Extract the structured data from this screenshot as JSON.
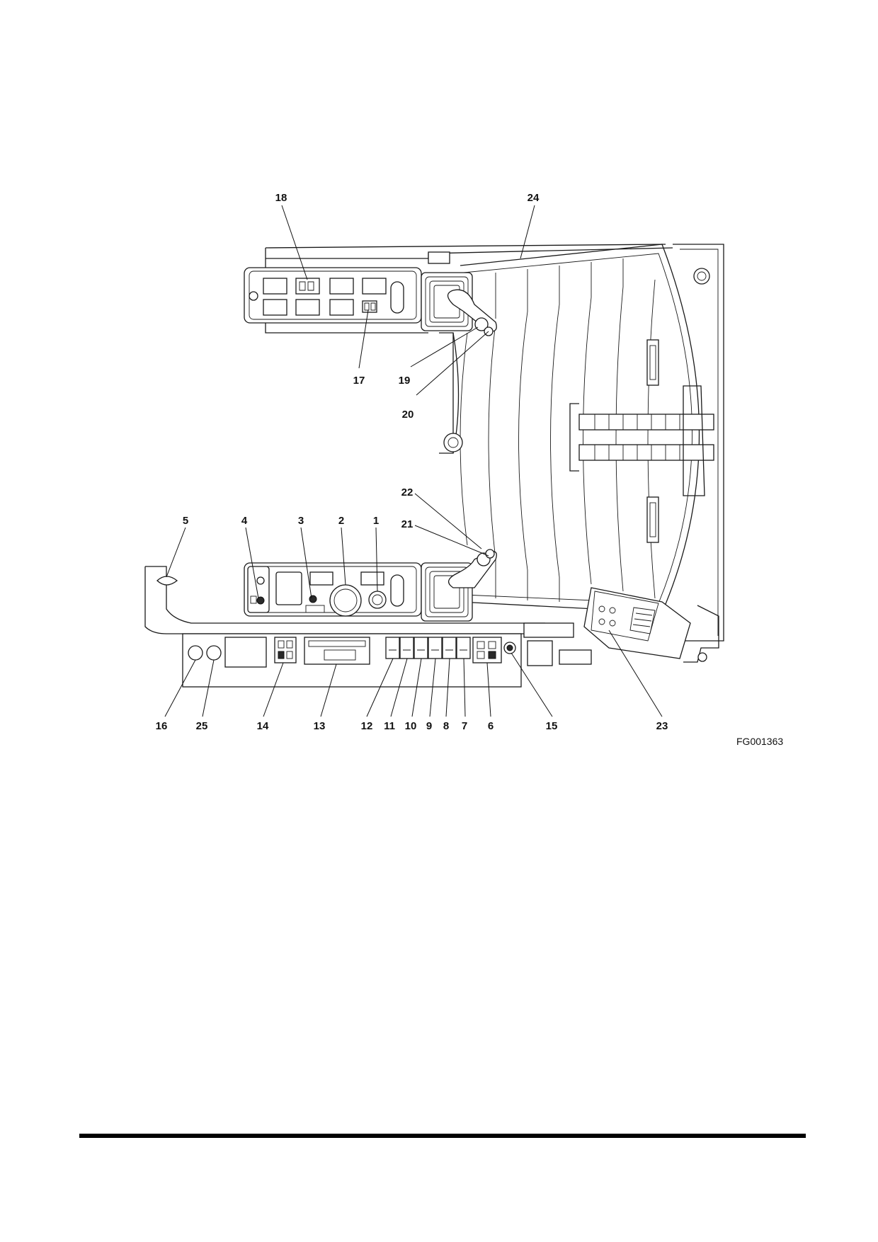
{
  "figure": {
    "code": "FG001363",
    "callouts": [
      {
        "id": "c1",
        "label": "1"
      },
      {
        "id": "c2",
        "label": "2"
      },
      {
        "id": "c3",
        "label": "3"
      },
      {
        "id": "c4",
        "label": "4"
      },
      {
        "id": "c5",
        "label": "5"
      },
      {
        "id": "c6",
        "label": "6"
      },
      {
        "id": "c7",
        "label": "7"
      },
      {
        "id": "c8",
        "label": "8"
      },
      {
        "id": "c9",
        "label": "9"
      },
      {
        "id": "c10",
        "label": "10"
      },
      {
        "id": "c11",
        "label": "11"
      },
      {
        "id": "c12",
        "label": "12"
      },
      {
        "id": "c13",
        "label": "13"
      },
      {
        "id": "c14",
        "label": "14"
      },
      {
        "id": "c15",
        "label": "15"
      },
      {
        "id": "c16",
        "label": "16"
      },
      {
        "id": "c17",
        "label": "17"
      },
      {
        "id": "c18",
        "label": "18"
      },
      {
        "id": "c19",
        "label": "19"
      },
      {
        "id": "c20",
        "label": "20"
      },
      {
        "id": "c21",
        "label": "21"
      },
      {
        "id": "c22",
        "label": "22"
      },
      {
        "id": "c23",
        "label": "23"
      },
      {
        "id": "c24",
        "label": "24"
      },
      {
        "id": "c25",
        "label": "25"
      }
    ]
  }
}
